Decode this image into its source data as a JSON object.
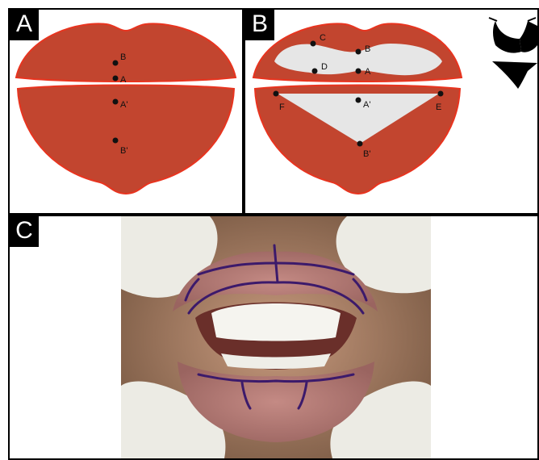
{
  "panels": {
    "a": {
      "tag": "A",
      "points": {
        "B": "B",
        "A": "A",
        "A_prime": "A'",
        "B_prime": "B'"
      }
    },
    "b": {
      "tag": "B",
      "points": {
        "C": "C",
        "B": "B",
        "D": "D",
        "A": "A",
        "A_prime": "A'",
        "F": "F",
        "E": "E",
        "B_prime": "B'"
      },
      "icon": "bikini-icon"
    },
    "c": {
      "tag": "C",
      "photo": "marked-lips-photo"
    }
  },
  "colors": {
    "lip_red": "#c2452f",
    "lip_edge": "#e8341f",
    "highlight": "#e6e6e6",
    "marker": "#3c1a6b",
    "skin": "#b8836a",
    "glove": "#ecebe4"
  }
}
